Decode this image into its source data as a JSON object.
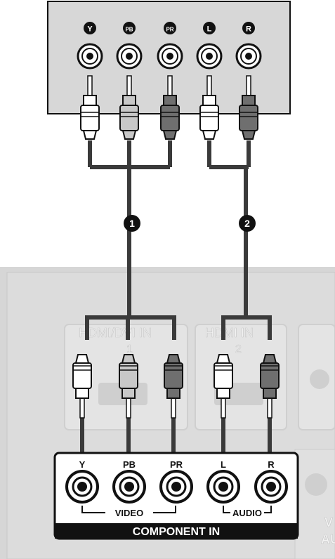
{
  "source_device": {
    "jacks": [
      {
        "id": "y",
        "badge": "Y",
        "plug_color": "#ffffff"
      },
      {
        "id": "pb",
        "badge": "PB",
        "plug_color": "#c8c8c8"
      },
      {
        "id": "pr",
        "badge": "PR",
        "plug_color": "#6f6f6f"
      },
      {
        "id": "l",
        "badge": "L",
        "plug_color": "#ffffff"
      },
      {
        "id": "r",
        "badge": "R",
        "plug_color": "#6f6f6f"
      }
    ]
  },
  "cables": {
    "video_marker": "1",
    "audio_marker": "2"
  },
  "tv_panel": {
    "background_labels": {
      "hdmi_dvi_in": "HDMI/DVI IN",
      "hdmi_in": "HDMI IN",
      "port_1": "1",
      "port_2": "2",
      "side_va": "V",
      "side_au": "AU"
    },
    "component_in": {
      "jack_labels": [
        "Y",
        "PB",
        "PR",
        "L",
        "R"
      ],
      "video_label": "VIDEO",
      "audio_label": "AUDIO",
      "title": "COMPONENT IN"
    }
  },
  "colors": {
    "white_plug": "#ffffff",
    "green_plug": "#c8c8c8",
    "red_plug": "#6f6f6f",
    "panel_grey": "#d4d4d4",
    "outline": "#111111"
  }
}
